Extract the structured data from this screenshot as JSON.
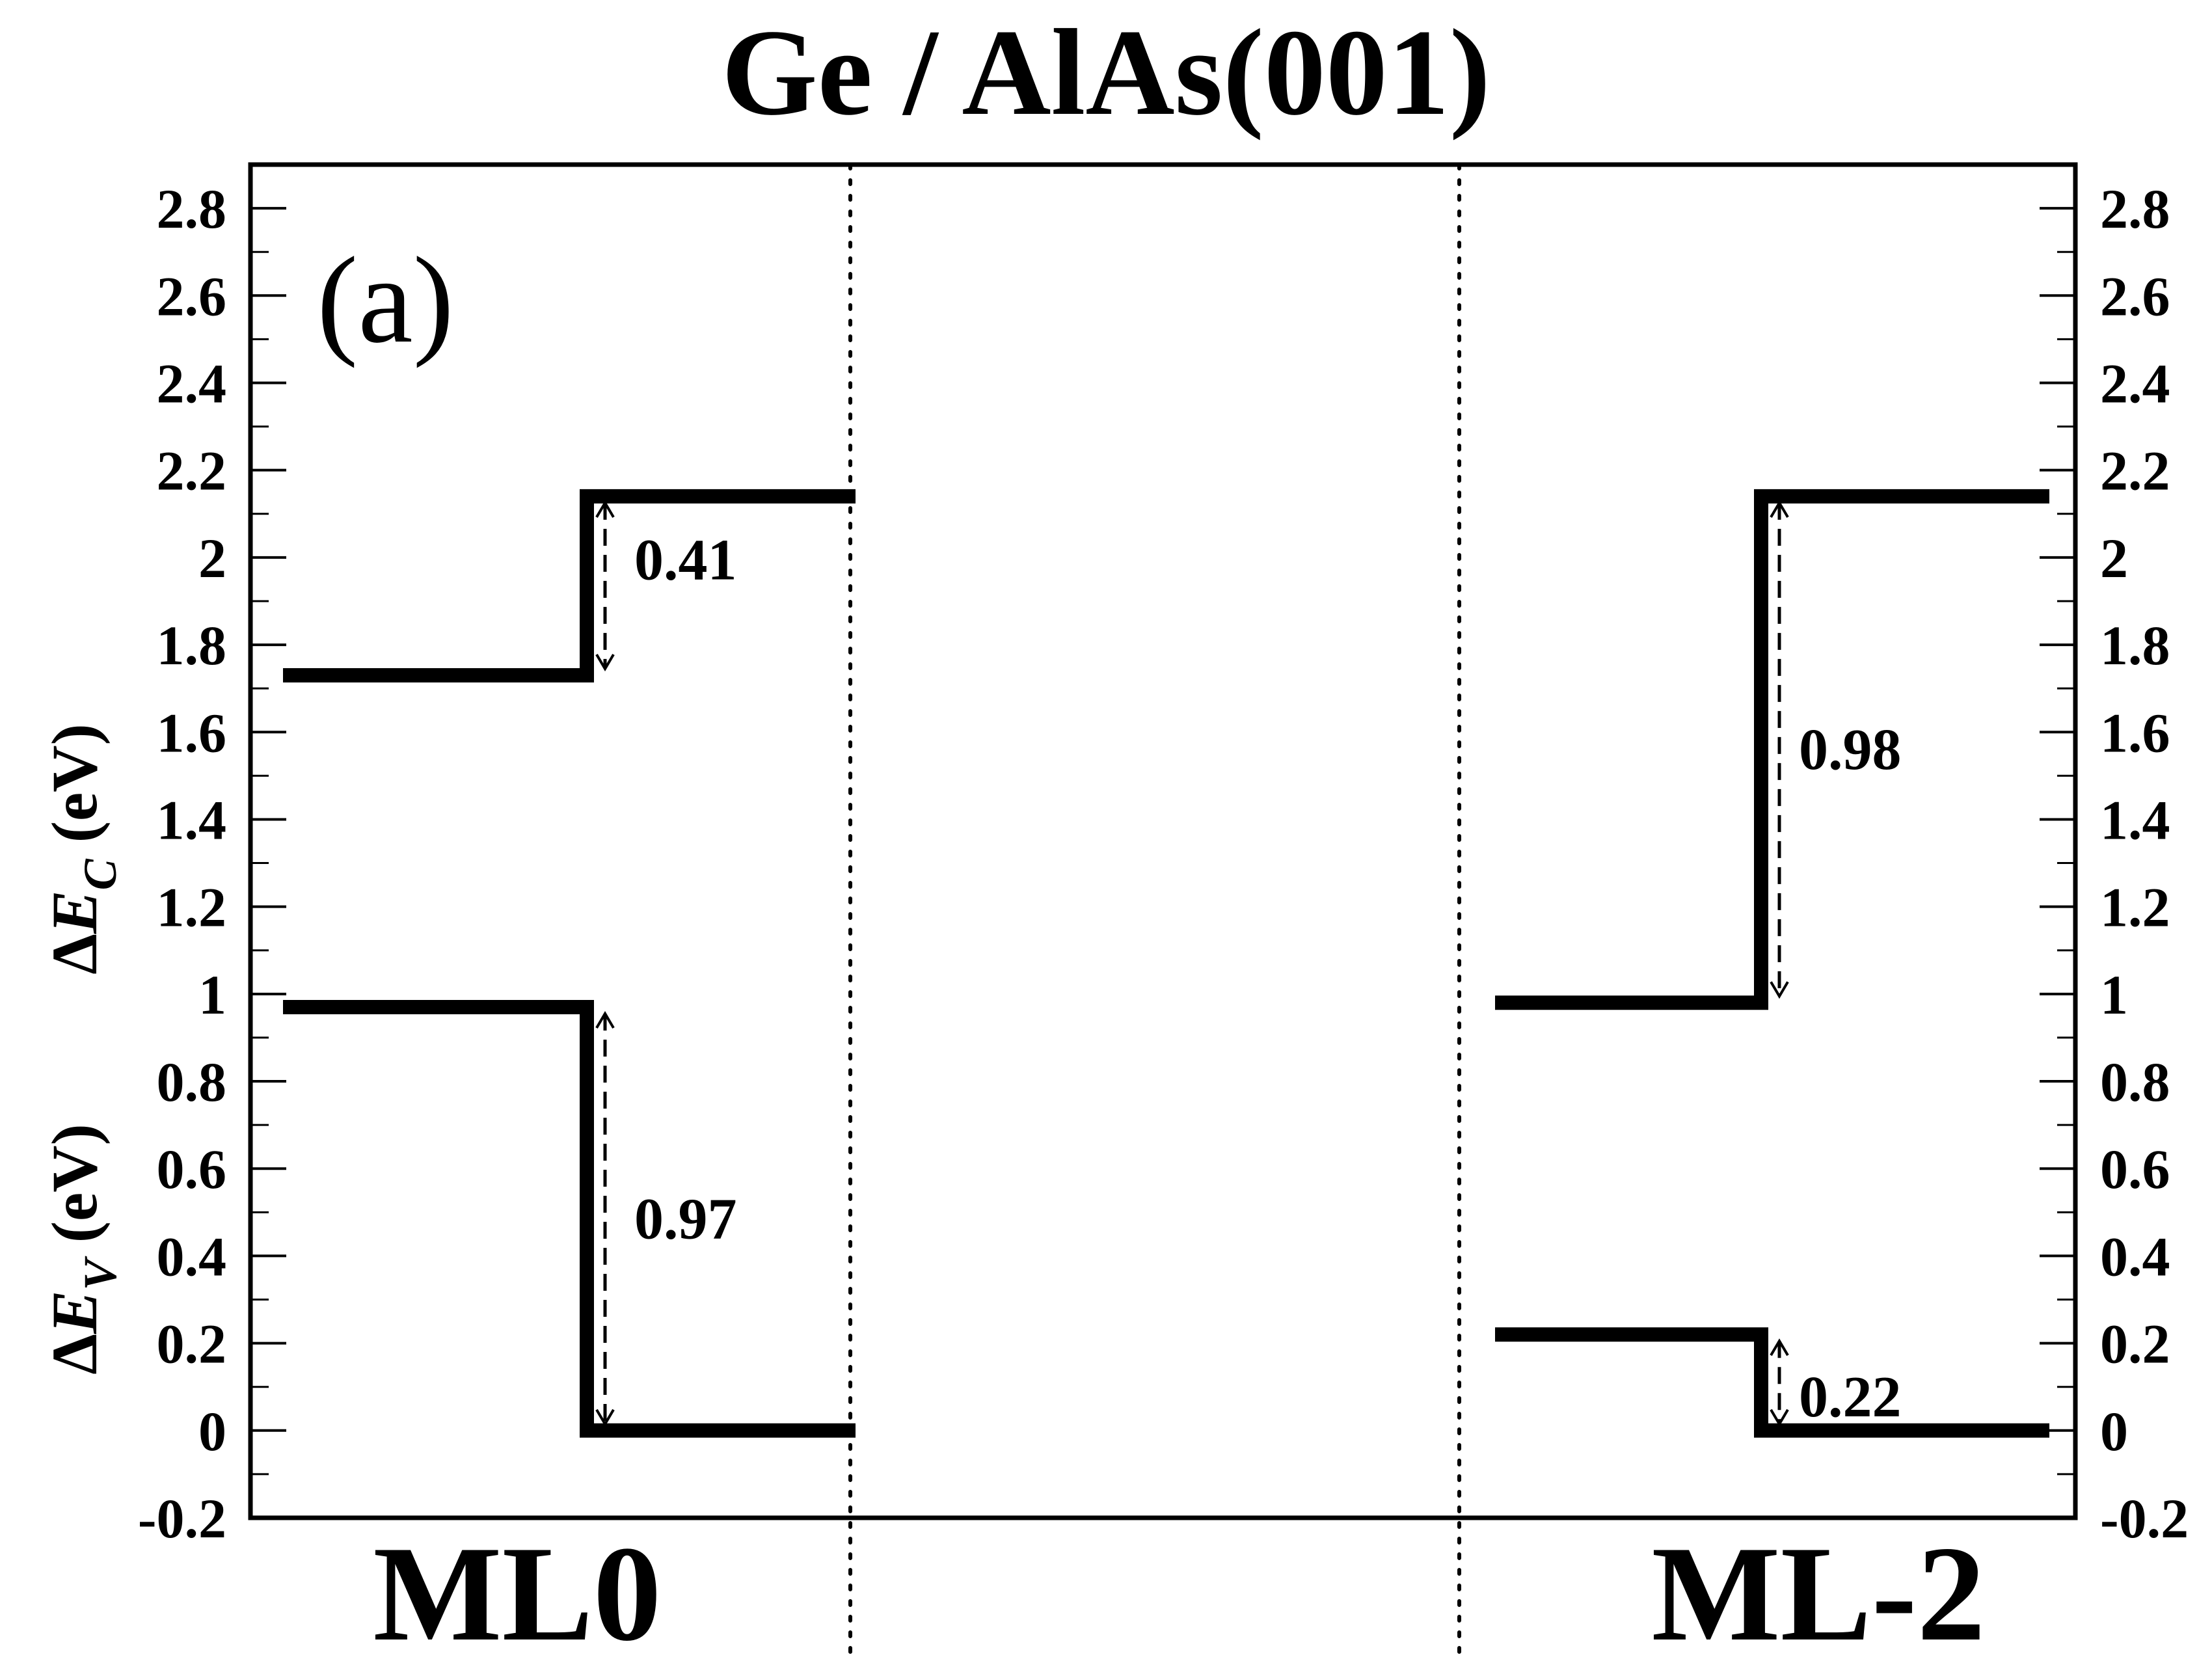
{
  "chart_data": {
    "type": "line",
    "title": "Ge / AlAs(001)",
    "panel_label": "(a)",
    "ylim": [
      -0.2,
      2.9
    ],
    "y_ticks": [
      -0.2,
      0,
      0.2,
      0.4,
      0.6,
      0.8,
      1,
      1.2,
      1.4,
      1.6,
      1.8,
      2,
      2.2,
      2.4,
      2.6,
      2.8
    ],
    "y_tick_labels": [
      "-0.2",
      "0",
      "0.2",
      "0.4",
      "0.6",
      "0.8",
      "1",
      "1.2",
      "1.4",
      "1.6",
      "1.8",
      "2",
      "2.2",
      "2.4",
      "2.6",
      "2.8"
    ],
    "ylabel_conduction": {
      "delta": "Δ",
      "E": "E",
      "sub": "C",
      "unit": " (eV)"
    },
    "ylabel_valence": {
      "delta": "Δ",
      "E": "E",
      "sub": "V",
      "unit": " (eV)"
    },
    "grid": false,
    "cases": [
      {
        "label": "ML0",
        "conduction": {
          "left": 1.73,
          "right": 2.14,
          "offset": 0.41,
          "offset_label": "0.41"
        },
        "valence": {
          "left": 0.97,
          "right": 0.0,
          "offset": 0.97,
          "offset_label": "0.97"
        }
      },
      {
        "label": "ML-2",
        "conduction": {
          "left": 0.98,
          "right": 2.14,
          "offset": 0.98,
          "offset_label": "0.98"
        },
        "valence": {
          "left": 0.22,
          "right": 0.0,
          "offset": 0.22,
          "offset_label": "0.22"
        }
      }
    ]
  }
}
